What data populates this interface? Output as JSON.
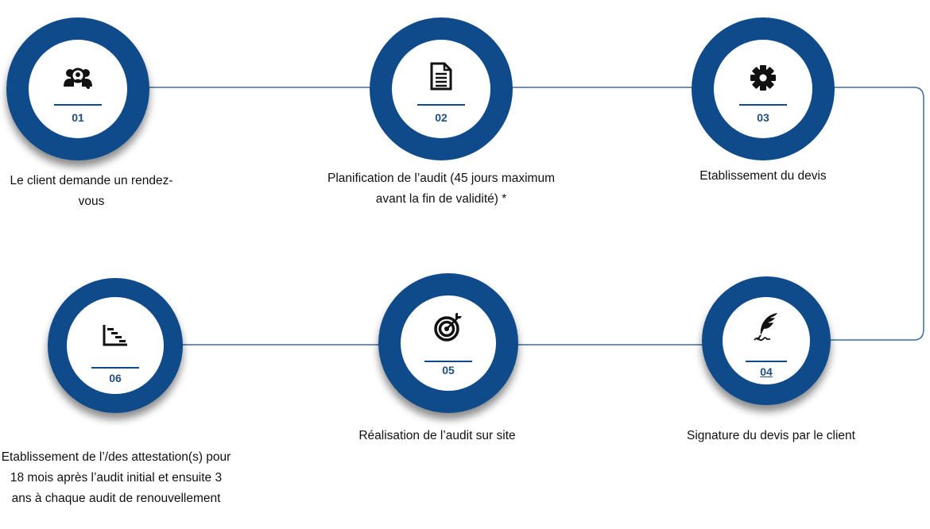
{
  "steps": [
    {
      "number": "01",
      "icon": "people-search-icon",
      "caption": "Le client demande un rendez-vous"
    },
    {
      "number": "02",
      "icon": "document-icon",
      "caption": "Planification de l’audit (45 jours maximum avant la fin de validité) *"
    },
    {
      "number": "03",
      "icon": "gear-icon",
      "caption": "Etablissement du devis"
    },
    {
      "number": "04",
      "icon": "quill-signature-icon",
      "caption": "Signature du devis par le client"
    },
    {
      "number": "05",
      "icon": "target-arrow-icon",
      "caption": "Réalisation de l’audit sur site"
    },
    {
      "number": "06",
      "icon": "gantt-chart-icon",
      "caption": "Etablissement de l’/des attestation(s) pour 18 mois après l’audit initial et ensuite 3 ans à chaque audit de renouvellement"
    }
  ],
  "colors": {
    "ring": "#0f4a8a",
    "number": "#1f4f80",
    "connector": "#3b6aa6"
  }
}
